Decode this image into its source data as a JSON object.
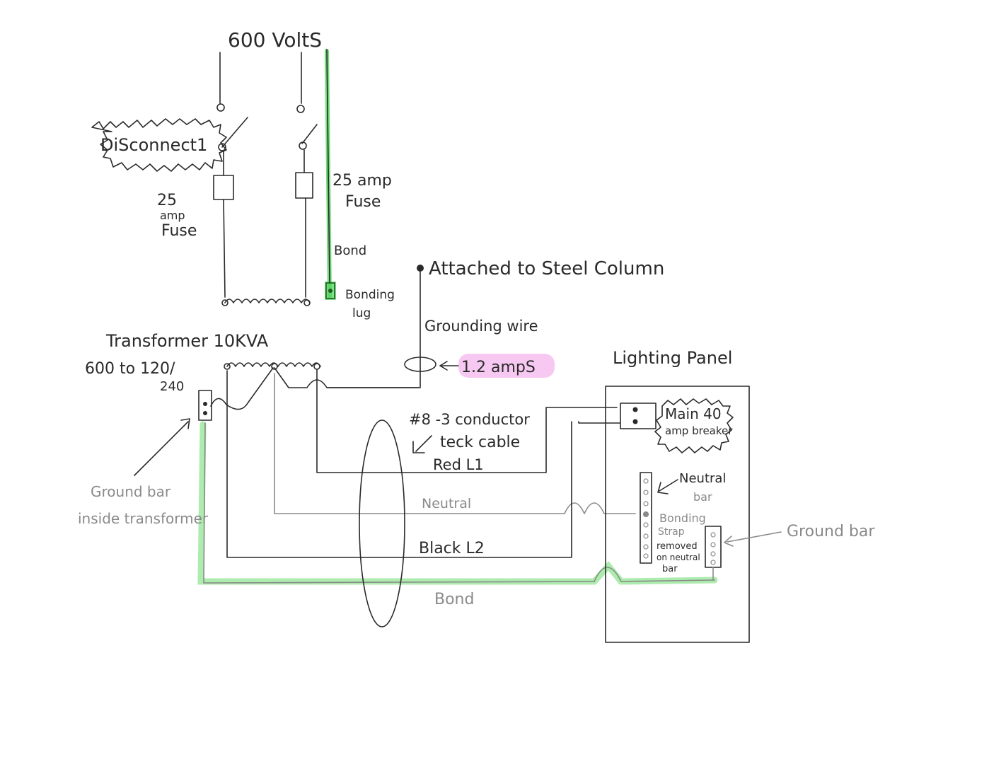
{
  "labels": {
    "voltage": "600 VoltS",
    "disconnect": "DiSconnect1",
    "fuse_left_1": "25",
    "fuse_left_2": "amp",
    "fuse_left_3": "Fuse",
    "fuse_right_1": "25 amp",
    "fuse_right_2": "Fuse",
    "bond_top": "Bond",
    "bonding_lug_1": "Bonding",
    "bonding_lug_2": "lug",
    "steel_column": "Attached to Steel Column",
    "grounding_wire": "Grounding wire",
    "amps": "1.2 ampS",
    "transformer": "Transformer 10KVA",
    "transformer_ratio_1": "600 to 120/",
    "transformer_ratio_2": "240",
    "lighting_panel": "Lighting Panel",
    "main_breaker_1": "Main 40",
    "main_breaker_2": "amp breaker",
    "cable_1": "#8 -3 conductor",
    "cable_2": "teck cable",
    "red_l1": "Red L1",
    "neutral_wire": "Neutral",
    "black_l2": "Black L2",
    "bond_bottom": "Bond",
    "neutral_bar_1": "Neutral",
    "neutral_bar_2": "bar",
    "bonding_strap_1": "Bonding",
    "bonding_strap_2": "Strap",
    "bonding_strap_3": "removed",
    "bonding_strap_4": "on neutral",
    "bonding_strap_5": "bar",
    "ground_bar": "Ground bar",
    "ground_bar_transformer_1": "Ground bar",
    "ground_bar_transformer_2": "inside transformer"
  },
  "colors": {
    "ink": "#2a2a2a",
    "faint_ink": "#8a8a8a",
    "bond_highlight": "#9fe8a0",
    "amps_highlight": "#f09ce8"
  }
}
